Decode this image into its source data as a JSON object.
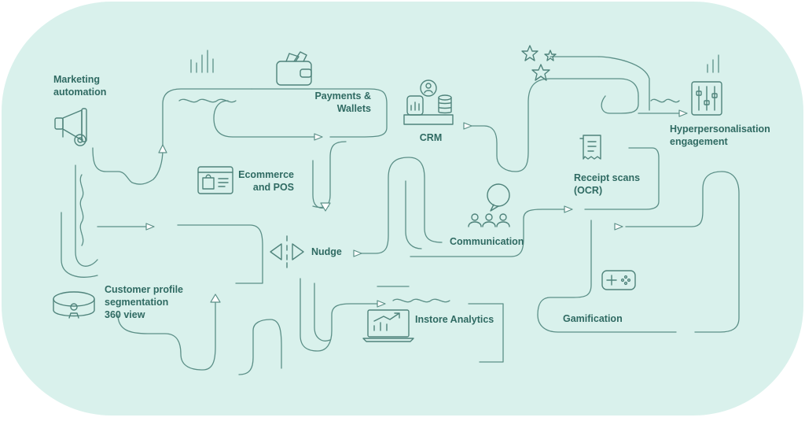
{
  "diagram": {
    "colors": {
      "background": "#d9f1ec",
      "line": "#5b8f87",
      "text": "#2f6a62"
    },
    "nodes": {
      "marketing_automation": {
        "lines": [
          "Marketing",
          "automation"
        ],
        "icon": "megaphone-gear-icon"
      },
      "payments_wallets": {
        "lines": [
          "Payments &",
          "Wallets"
        ],
        "icon": "wallet-icon"
      },
      "crm": {
        "lines": [
          "CRM"
        ],
        "icon": "crm-database-icon"
      },
      "hyperpersonalisation": {
        "lines": [
          "Hyperpersonalisation",
          "engagement"
        ],
        "icon": "equalizer-sliders-icon"
      },
      "ecommerce_pos": {
        "lines": [
          "Ecommerce",
          "and POS"
        ],
        "icon": "shopping-browser-icon"
      },
      "receipt_scans": {
        "lines": [
          "Receipt scans",
          "(OCR)"
        ],
        "icon": "receipt-icon"
      },
      "communication": {
        "lines": [
          "Communication"
        ],
        "icon": "chat-group-icon"
      },
      "nudge": {
        "lines": [
          "Nudge"
        ],
        "icon": "nudge-arrows-icon"
      },
      "customer_profile": {
        "lines": [
          "Customer profile",
          "segmentation",
          "360 view"
        ],
        "icon": "person-360-icon"
      },
      "instore_analytics": {
        "lines": [
          "Instore Analytics"
        ],
        "icon": "laptop-chart-icon"
      },
      "gamification": {
        "lines": [
          "Gamification"
        ],
        "icon": "gamepad-icon"
      },
      "stars": {
        "icon": "stars-icon"
      }
    }
  }
}
